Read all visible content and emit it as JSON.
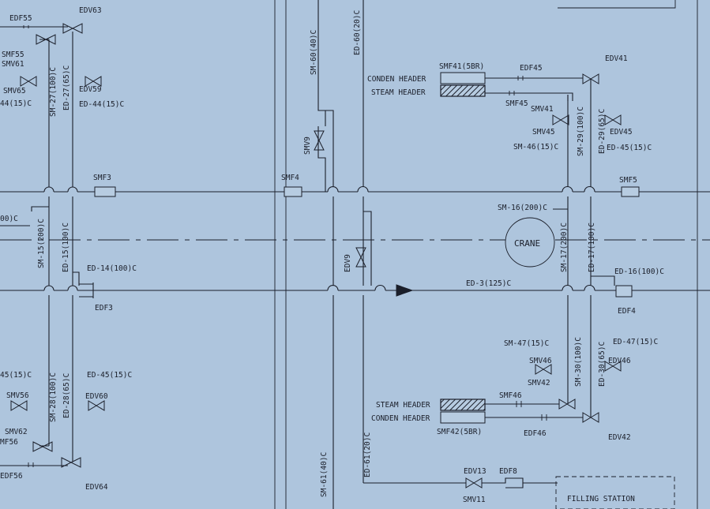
{
  "labels": {
    "edf55": "EDF55",
    "edv63": "EDV63",
    "smf55": "SMF55",
    "smv61": "SMV61",
    "smv65": "SMV65",
    "sm27": "SM-27(100)C",
    "ed27": "ED-27(65)C",
    "edv59": "EDV59",
    "ed44": "ED-44(15)C",
    "sm44": "44(15)C",
    "smf3": "SMF3",
    "smf4": "SMF4",
    "smv9": "SMV9",
    "sm60": "SM-60(40)C",
    "ed60": "ED-60(20)C",
    "smf41": "SMF41(5BR)",
    "conden_header_top": "CONDEN HEADER",
    "steam_header_top": "STEAM HEADER",
    "edf45": "EDF45",
    "edv41": "EDV41",
    "smf45": "SMF45",
    "smv41": "SMV41",
    "smv45": "SMV45",
    "edv45": "EDV45",
    "sm46": "SM-46(15)C",
    "sm29": "SM-29(100)C",
    "ed29": "ED-29(65)C",
    "ed45_top": "ED-45(15)C",
    "smf5": "SMF5",
    "sm16": "SM-16(200)C",
    "crane": "CRANE",
    "sm17": "SM-17(200)C",
    "ed17": "ED-17(100)C",
    "ed16": "ED-16(100)C",
    "edf4": "EDF4",
    "ed3": "ED-3(125)C",
    "edv9": "EDV9",
    "ed14": "ED-14(100)C",
    "edf3": "EDF3",
    "sm15": "SM-15(200)C",
    "ed15": "ED-15(100)C",
    "sm15_left": "00)C",
    "sm47": "SM-47(15)C",
    "smv46": "SMV46",
    "smv42": "SMV42",
    "sm30": "SM-30(100)C",
    "ed30": "ED-30(65)C",
    "ed47": "ED-47(15)C",
    "edv46": "EDV46",
    "smf46": "SMF46",
    "steam_header_bottom": "STEAM HEADER",
    "conden_header_bottom": "CONDEN HEADER",
    "smf42": "SMF42(5BR)",
    "edf46": "EDF46",
    "edv42": "EDV42",
    "sm45_left": "45(15)C",
    "smv56": "SMV56",
    "sm28": "SM-28(100)C",
    "ed28": "ED-28(65)C",
    "ed45_left": "ED-45(15)C",
    "edv60": "EDV60",
    "smv62": "SMV62",
    "smf56": "MF56",
    "edf56": "EDF56",
    "edv64": "EDV64",
    "sm61": "SM-61(40)C",
    "ed61": "ED-61(20)C",
    "edv13": "EDV13",
    "edf8": "EDF8",
    "smv11": "SMV11",
    "filling_station": "FILLING STATION"
  }
}
